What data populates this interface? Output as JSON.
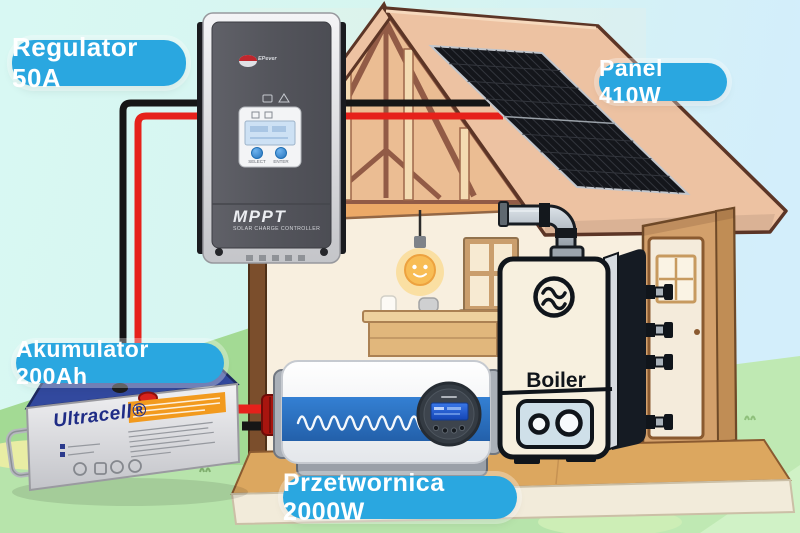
{
  "scene": {
    "description": "Solar power system installation diagram on cartoon house",
    "sky_left": "#d8f8f3",
    "sky_right": "#d3eefb",
    "grass_green": "#b7e4ab",
    "roof_salmon": "#edc2a2",
    "solar_panel_dark": "#14161b",
    "wire_positive_red": "#e6211b",
    "wire_negative_black": "#161616",
    "label_pill_blue": "#2aa7e0",
    "label_text_white": "#ffffff"
  },
  "labels": {
    "regulator": "Regulator 50A",
    "panel": "Panel 410W",
    "battery": "Akumulator 200Ah",
    "inverter": "Przetwornica 2000W"
  },
  "charge_controller": {
    "brand": "EPever",
    "line1": "MPPT",
    "line2": "SOLAR CHARGE CONTROLLER",
    "button_left": "SELECT",
    "button_right": "ENTER"
  },
  "battery_device": {
    "brand": "Ultracell®"
  },
  "boiler": {
    "label": "Boiler"
  }
}
